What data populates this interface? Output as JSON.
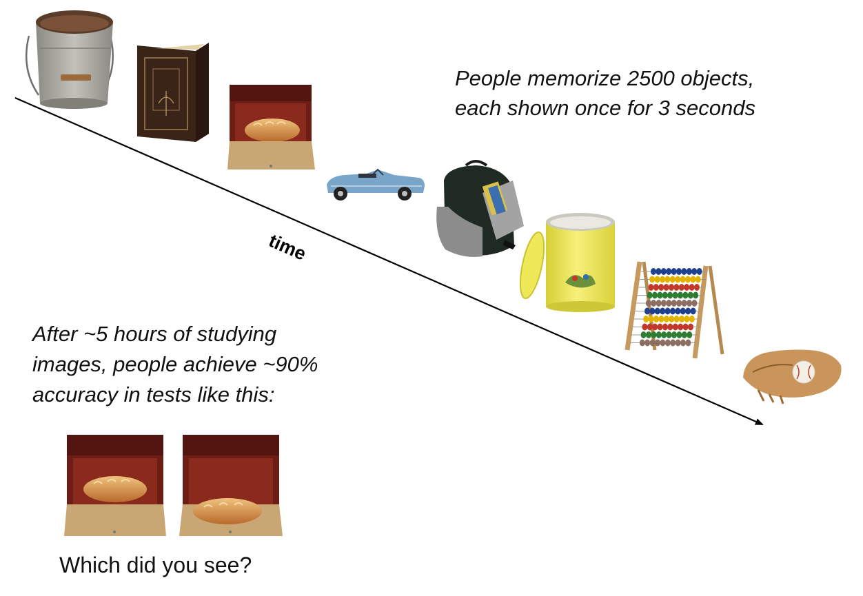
{
  "headline": {
    "lines": [
      "People memorize 2500 objects,",
      "each shown once for 3 seconds"
    ]
  },
  "timeline": {
    "axis_label": "time",
    "objects": [
      "bucket-icon",
      "book-icon",
      "breadbox-icon",
      "car-icon",
      "backpack-icon",
      "tin-icon",
      "abacus-icon",
      "baseball-glove-icon"
    ]
  },
  "summary": {
    "lines": [
      "After ~5 hours of studying",
      "images, people achieve ~90%",
      "accuracy in tests like this:"
    ]
  },
  "test": {
    "choices": [
      "breadbox-option-icon",
      "breadbox-option-icon"
    ],
    "question": "Which did you see?"
  },
  "colors": {
    "breadbox_red": "#6e1d14",
    "board": "#c9a774",
    "bread": "#d18c45",
    "car_blue": "#79a5c9",
    "tin_yellow": "#efe95a",
    "bucket_gray": "#a8a8a0"
  }
}
